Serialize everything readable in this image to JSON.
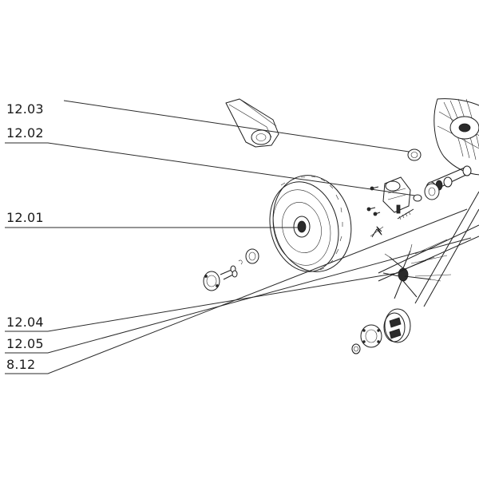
{
  "callouts": [
    {
      "label": "12.03"
    },
    {
      "label": "12.02"
    },
    {
      "label": "12.01"
    },
    {
      "label": "12.04"
    },
    {
      "label": "12.05"
    },
    {
      "label": "8.12"
    }
  ]
}
